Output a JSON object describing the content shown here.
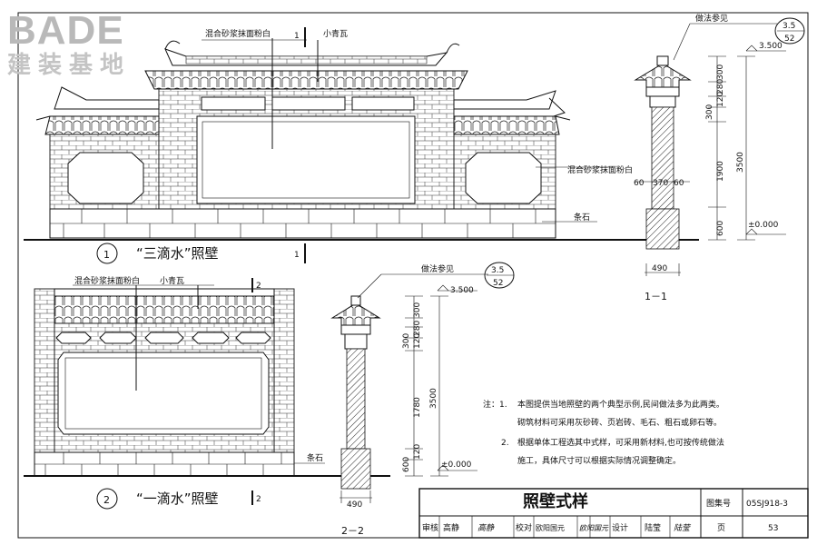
{
  "watermark": {
    "brand": "BADE",
    "subtitle": "建装基地"
  },
  "top_elevation": {
    "label_plaster": "混合砂浆抹面粉白",
    "label_tile": "小青瓦",
    "label_plaster_side": "混合砂浆抹面粉白",
    "label_base": "条石",
    "caption_num": "1",
    "caption_text": "“三滴水”照壁",
    "section_mark": "1"
  },
  "bottom_elevation": {
    "label_plaster": "混合砂浆抹面粉白",
    "label_tile": "小青瓦",
    "label_base": "条石",
    "caption_num": "2",
    "caption_text": "“一滴水”照壁",
    "section_mark": "2"
  },
  "section_1": {
    "ref_label": "做法参见",
    "ref_top": "3.5",
    "ref_bottom": "52",
    "elev_top": "3.500",
    "elev_base": "±0.000",
    "dims_vertical": [
      "300",
      "280",
      "120",
      "300",
      "1900",
      "600"
    ],
    "dim_total": "3500",
    "dims_side": [
      "60",
      "370",
      "60"
    ],
    "width": "490",
    "title": "1－1"
  },
  "section_2": {
    "ref_label": "做法参见",
    "ref_top": "3.5",
    "ref_bottom": "52",
    "elev_top": "3.500",
    "elev_base": "±0.000",
    "dims_vertical": [
      "300",
      "280",
      "120",
      "300",
      "1780",
      "120",
      "600"
    ],
    "dim_total": "3500",
    "width": "490",
    "title": "2－2"
  },
  "notes": {
    "lead": "注：1.",
    "n1_line1": "本图提供当地照壁的两个典型示例,民间做法多为此两类。",
    "n1_line2": "砌筑材料可采用灰砂砖、页岩砖、毛石、粗石或卵石等。",
    "n2_num": "2.",
    "n2_line1": "根据单体工程选其中式样，可采用新材料,也可按传统做法",
    "n2_line2": "施工，具体尺寸可以根据实际情况调整确定。"
  },
  "title_block": {
    "title": "照壁式样",
    "atlas_label": "图集号",
    "atlas_no": "05SJ918-3",
    "review_label": "审核",
    "review_name": "高静",
    "review_sign": "高静",
    "check_label": "校对",
    "check_name": "欧阳国元",
    "check_sign": "欧阳国元",
    "design_label": "设计",
    "design_name": "陆莹",
    "design_sign": "陆莹",
    "page_label": "页",
    "page_no": "53"
  }
}
